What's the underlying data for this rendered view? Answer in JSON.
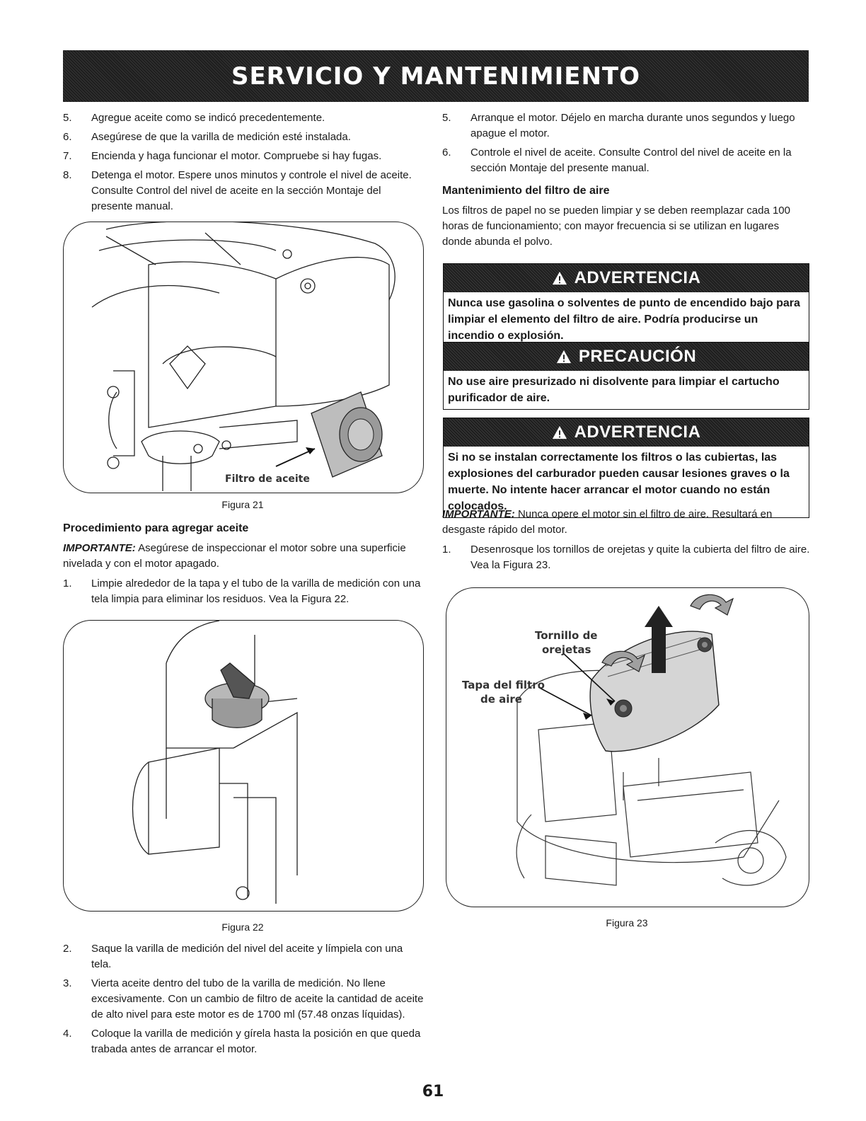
{
  "header": {
    "title": "SERVICIO Y MANTENIMIENTO"
  },
  "left_steps_top": [
    {
      "num": "5.",
      "text": "Agregue aceite como se indicó precedentemente."
    },
    {
      "num": "6.",
      "text": "Asegúrese de que la varilla de medición esté instalada."
    },
    {
      "num": "7.",
      "text": "Encienda y haga funcionar el motor. Compruebe si hay fugas."
    },
    {
      "num": "8.",
      "text": "Detenga el motor. Espere unos minutos y controle el nivel de aceite. Consulte Control del nivel de aceite en la sección Montaje del presente manual."
    }
  ],
  "figure21": {
    "label": "Filtro de aceite",
    "caption": "Figura 21"
  },
  "add_oil": {
    "heading": "Procedimiento para agregar aceite",
    "important_label": "IMPORTANTE:",
    "important_text": " Asegúrese de inspeccionar el motor sobre una superficie nivelada y con el motor apagado.",
    "step1": {
      "num": "1.",
      "text": "Limpie alrededor de la tapa y el tubo de la varilla de medición con una tela limpia para eliminar los residuos. Vea la Figura 22."
    }
  },
  "figure22": {
    "caption": "Figura 22"
  },
  "left_steps_bottom": [
    {
      "num": "2.",
      "text": "Saque la varilla de medición del nivel del aceite y límpiela con una tela."
    },
    {
      "num": "3.",
      "text": "Vierta aceite dentro del tubo de la varilla de medición. No llene excesivamente. Con un cambio de filtro de aceite la cantidad de aceite de alto nivel para este motor es de 1700 ml (57.48 onzas líquidas)."
    },
    {
      "num": "4.",
      "text": "Coloque la varilla de medición y gírela hasta la posición en que queda trabada antes de arrancar el motor."
    }
  ],
  "right_steps_top": [
    {
      "num": "5.",
      "text": "Arranque el motor. Déjelo en marcha durante unos segundos y luego apague el motor."
    },
    {
      "num": "6.",
      "text": "Controle el nivel de aceite. Consulte Control del nivel de aceite en la sección Montaje del presente manual."
    }
  ],
  "air_filter": {
    "heading": "Mantenimiento del filtro de aire",
    "text": "Los filtros de papel no se pueden limpiar y se deben reemplazar cada 100 horas de funcionamiento; con mayor frecuencia si se utilizan en lugares donde abunda el polvo."
  },
  "alerts": [
    {
      "title": "ADVERTENCIA",
      "text": "Nunca use gasolina o solventes de punto de encendido bajo para limpiar el elemento del filtro de aire. Podría producirse un incendio o explosión."
    },
    {
      "title": "PRECAUCIÓN",
      "text": "No use aire presurizado ni disolvente para limpiar el cartucho purificador de aire."
    },
    {
      "title": "ADVERTENCIA",
      "text": "Si no se instalan correctamente los filtros o las cubiertas, las explosiones del carburador pueden causar lesiones graves o la muerte. No intente hacer arrancar el motor cuando no están colocados."
    }
  ],
  "important2": {
    "label": "IMPORTANTE:",
    "text": " Nunca opere el motor sin el filtro de aire. Resultará en desgaste rápido del motor."
  },
  "right_step1": {
    "num": "1.",
    "text": "Desenrosque los tornillos de orejetas y quite la cubierta del filtro de aire. Vea la Figura 23."
  },
  "figure23": {
    "label1_line1": "Tornillo de",
    "label1_line2": "orejetas",
    "label2_line1": "Tapa del filtro",
    "label2_line2": "de aire",
    "caption": "Figura 23"
  },
  "page_number": "61"
}
